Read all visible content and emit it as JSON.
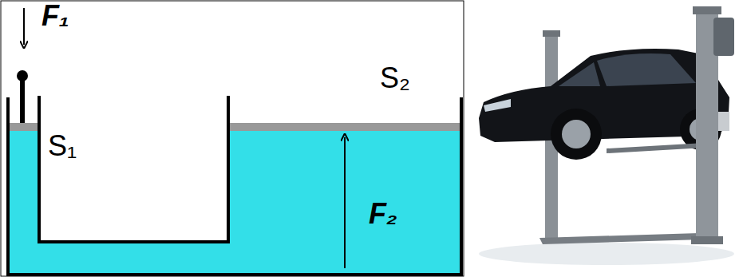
{
  "diagram": {
    "labels": [
      "F₁",
      "S₁",
      "S₂",
      "F₂"
    ]
  }
}
